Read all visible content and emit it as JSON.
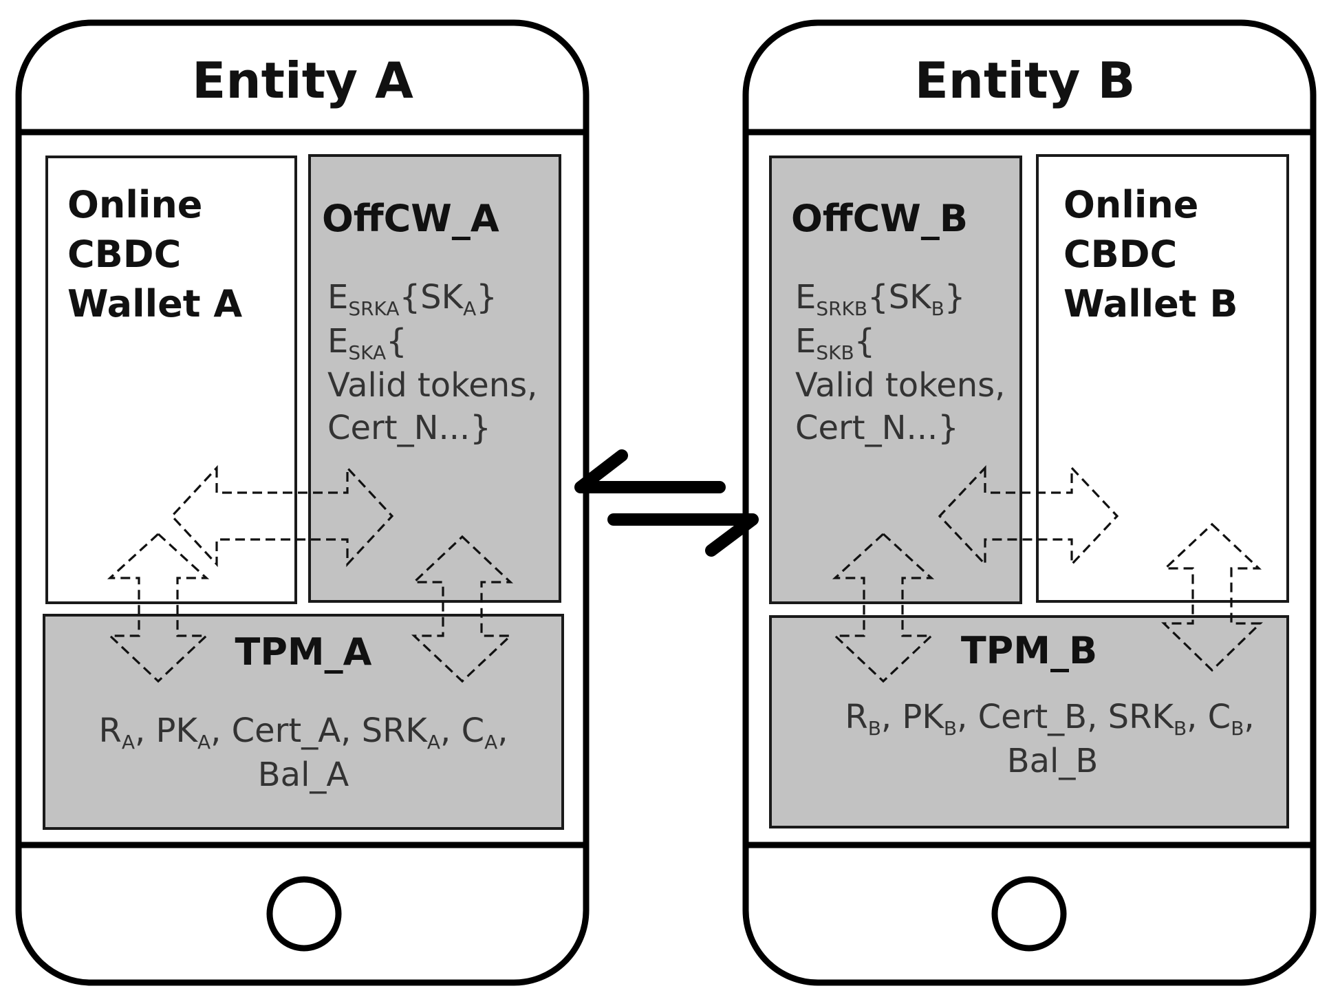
{
  "entity_a": {
    "title": "Entity A",
    "online_wallet": [
      "Online",
      "CBDC",
      "Wallet A"
    ],
    "offcw": {
      "title": "OffCW_A",
      "line1_E": "E",
      "line1_sub": "SRKA",
      "line1_rest_a": "{SK",
      "line1_rest_sub": "A",
      "line1_rest_b": "}",
      "line2_E": "E",
      "line2_sub": "SKA",
      "line2_rest": "{",
      "line3": "Valid tokens,",
      "line4": "Cert_N...}"
    },
    "tpm": {
      "title": "TPM_A",
      "r": "R",
      "r_sub": "A",
      "pk": "PK",
      "pk_sub": "A",
      "cert": "Cert_A,",
      "srk": "SRK",
      "srk_sub": "A",
      "c": "C",
      "c_sub": "A",
      "bal": "Bal_A"
    }
  },
  "entity_b": {
    "title": "Entity B",
    "online_wallet": [
      "Online",
      "CBDC",
      "Wallet B"
    ],
    "offcw": {
      "title": "OffCW_B",
      "line1_E": "E",
      "line1_sub": "SRKB",
      "line1_rest_a": "{SK",
      "line1_rest_sub": "B",
      "line1_rest_b": "}",
      "line2_E": "E",
      "line2_sub": "SKB",
      "line2_rest": "{",
      "line3": "Valid tokens,",
      "line4": "Cert_N...}"
    },
    "tpm": {
      "title": "TPM_B",
      "r": "R",
      "r_sub": "B",
      "pk": "PK",
      "pk_sub": "B",
      "cert": "Cert_B,",
      "srk": "SRK",
      "srk_sub": "B",
      "c": "C",
      "c_sub": "B",
      "bal": "Bal_B"
    }
  },
  "colors": {
    "grey_box": "#c2c2c2",
    "outline": "#000000"
  }
}
